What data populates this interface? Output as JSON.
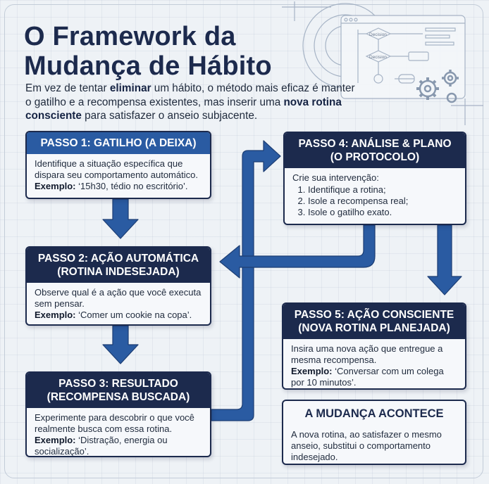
{
  "title_line1": "O Framework da",
  "title_line2": "Mudança de Hábito",
  "intro": {
    "p1": "Em vez de tentar ",
    "b1": "eliminar",
    "p2": " um hábito, o método mais eficaz é manter o gatilho e a recompensa existentes, mas inserir uma ",
    "b2": "nova rotina consciente",
    "p3": " para satisfazer o anseio subjacente."
  },
  "steps": [
    {
      "title": "PASSO 1: GATILHO (A DEIXA)",
      "text": "Identifique a situação específica que dispara seu comportamento automático.",
      "example_label": "Exemplo:",
      "example": " ‘15h30, tédio no escritório’."
    },
    {
      "title1": "PASSO 2: AÇÃO AUTOMÁTICA",
      "title2": "(ROTINA INDESEJADA)",
      "text": "Observe qual é a ação que você executa sem pensar.",
      "example_label": "Exemplo:",
      "example": " ‘Comer um cookie na copa’."
    },
    {
      "title1": "PASSO 3: RESULTADO",
      "title2": "(RECOMPENSA BUSCADA)",
      "text": "Experimente para descobrir o que você realmente busca com essa rotina.",
      "example_label": "Exemplo:",
      "example": " ‘Distração, energia ou socialização’."
    },
    {
      "title1": "PASSO 4: ANÁLISE & PLANO",
      "title2": "(O PROTOCOLO)",
      "text": "Crie sua intervenção:",
      "items": [
        "Identifique a rotina;",
        "Isole a recompensa real;",
        "Isole o gatilho exato."
      ]
    },
    {
      "title1": "PASSO 5: AÇÃO CONSCIENTE",
      "title2": "(NOVA ROTINA PLANEJADA)",
      "text": "Insira uma nova ação que entregue a mesma recompensa.",
      "example_label": "Exemplo:",
      "example": " ‘Conversar com um colega por 10 minutos’."
    }
  ],
  "conclusion": {
    "title": "A MUDANÇA ACONTECE",
    "text": "A nova rotina, ao satisfazer o mesmo anseio, substitui o comportamento indesejado."
  },
  "decoration": {
    "flowchart_labels": [
      "Decision",
      "Decision"
    ],
    "arrow_color": "#2a5ba2",
    "header_dark": "#1c2a4d",
    "header_blue": "#2a5ba2"
  }
}
